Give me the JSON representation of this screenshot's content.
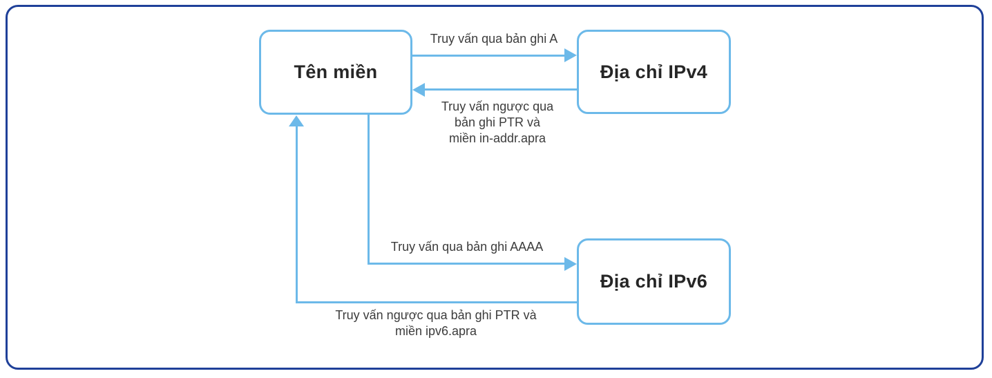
{
  "diagram": {
    "description": "DNS forward and reverse lookup diagram",
    "colors": {
      "frame_border": "#1f4099",
      "accent_blue": "#6cb9e9",
      "node_text": "#262626",
      "label_text": "#3c3c3c",
      "background": "#ffffff"
    },
    "nodes": {
      "domain": {
        "label": "Tên miền"
      },
      "ipv4": {
        "label": "Địa chỉ IPv4"
      },
      "ipv6": {
        "label": "Địa chỉ IPv6"
      }
    },
    "edges": {
      "a_record": {
        "from": "Tên miền",
        "to": "Địa chỉ IPv4",
        "label": "Truy vấn qua bản ghi A"
      },
      "ptr_v4": {
        "from": "Địa chỉ IPv4",
        "to": "Tên miền",
        "line1": "Truy vấn ngược qua",
        "line2": "bản ghi PTR và",
        "line3": "miền in-addr.apra"
      },
      "aaaa_record": {
        "from": "Tên miền",
        "to": "Địa chỉ IPv6",
        "label": "Truy vấn qua bản ghi AAAA"
      },
      "ptr_v6": {
        "from": "Địa chỉ IPv6",
        "to": "Tên miền",
        "line1": "Truy vấn ngược qua bản ghi PTR và",
        "line2": "miền ipv6.apra"
      }
    }
  }
}
